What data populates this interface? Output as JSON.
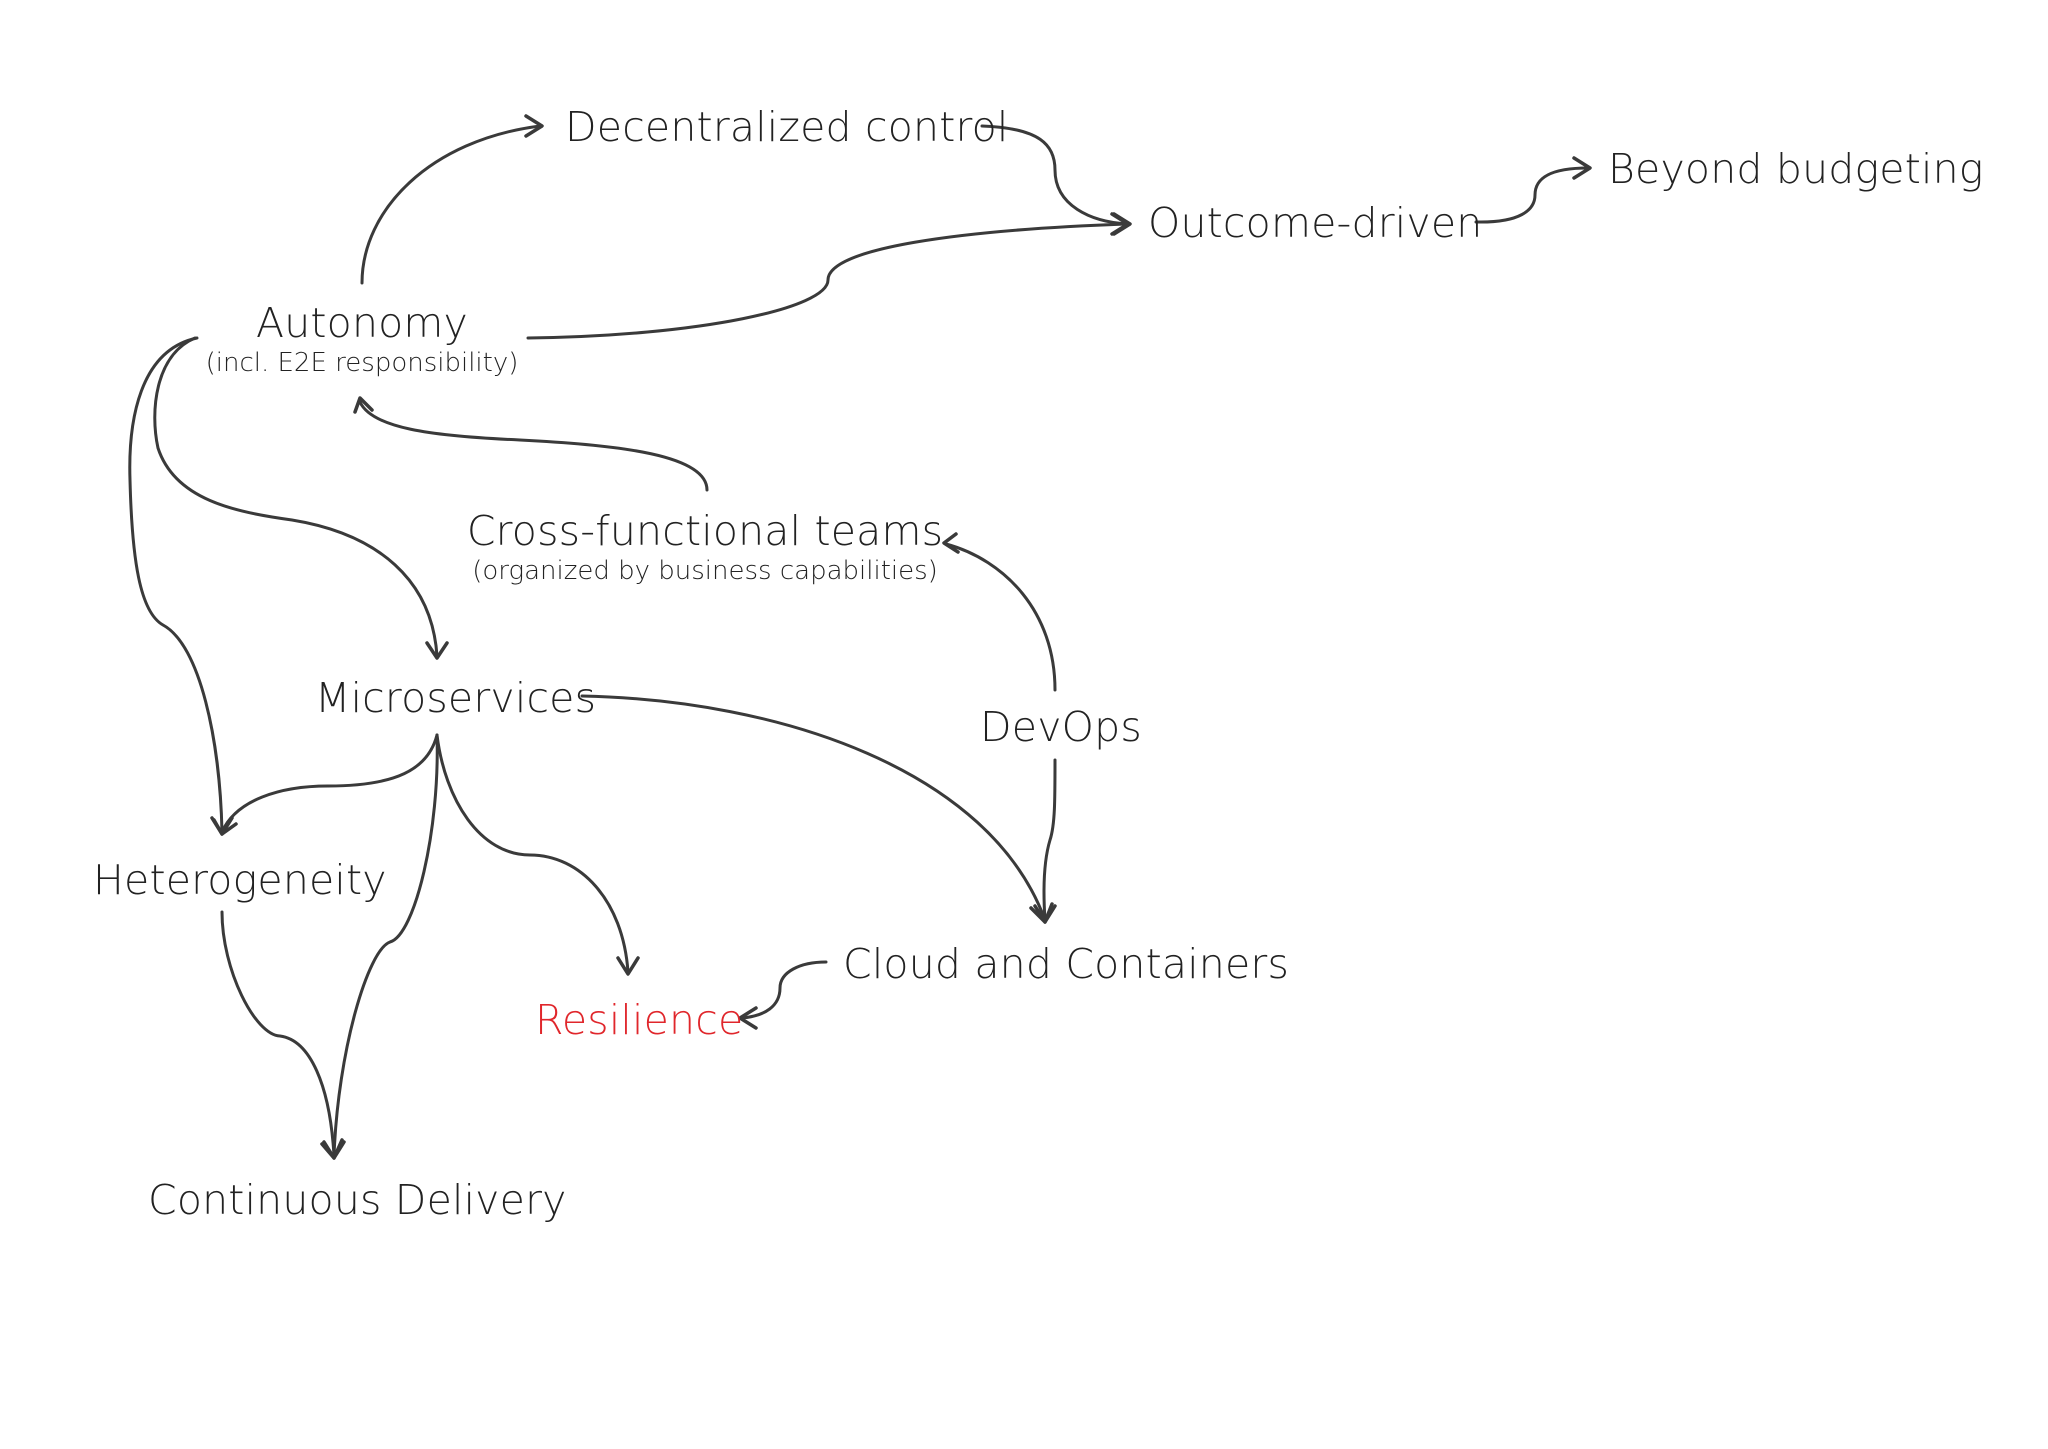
{
  "colors": {
    "text": "#222222",
    "edge": "#3a3a3a",
    "highlight": "#e0262b"
  },
  "nodes": {
    "decentralized_control": {
      "label": "Decentralized control"
    },
    "outcome_driven": {
      "label": "Outcome-driven"
    },
    "beyond_budgeting": {
      "label": "Beyond budgeting"
    },
    "autonomy": {
      "label": "Autonomy",
      "sublabel": "(incl. E2E responsibility)"
    },
    "cross_functional_teams": {
      "label": "Cross-functional teams",
      "sublabel": "(organized by business capabilities)"
    },
    "microservices": {
      "label": "Microservices"
    },
    "devops": {
      "label": "DevOps"
    },
    "heterogeneity": {
      "label": "Heterogeneity"
    },
    "cloud_and_containers": {
      "label": "Cloud and Containers"
    },
    "resilience": {
      "label": "Resilience"
    },
    "continuous_delivery": {
      "label": "Continuous Delivery"
    }
  }
}
